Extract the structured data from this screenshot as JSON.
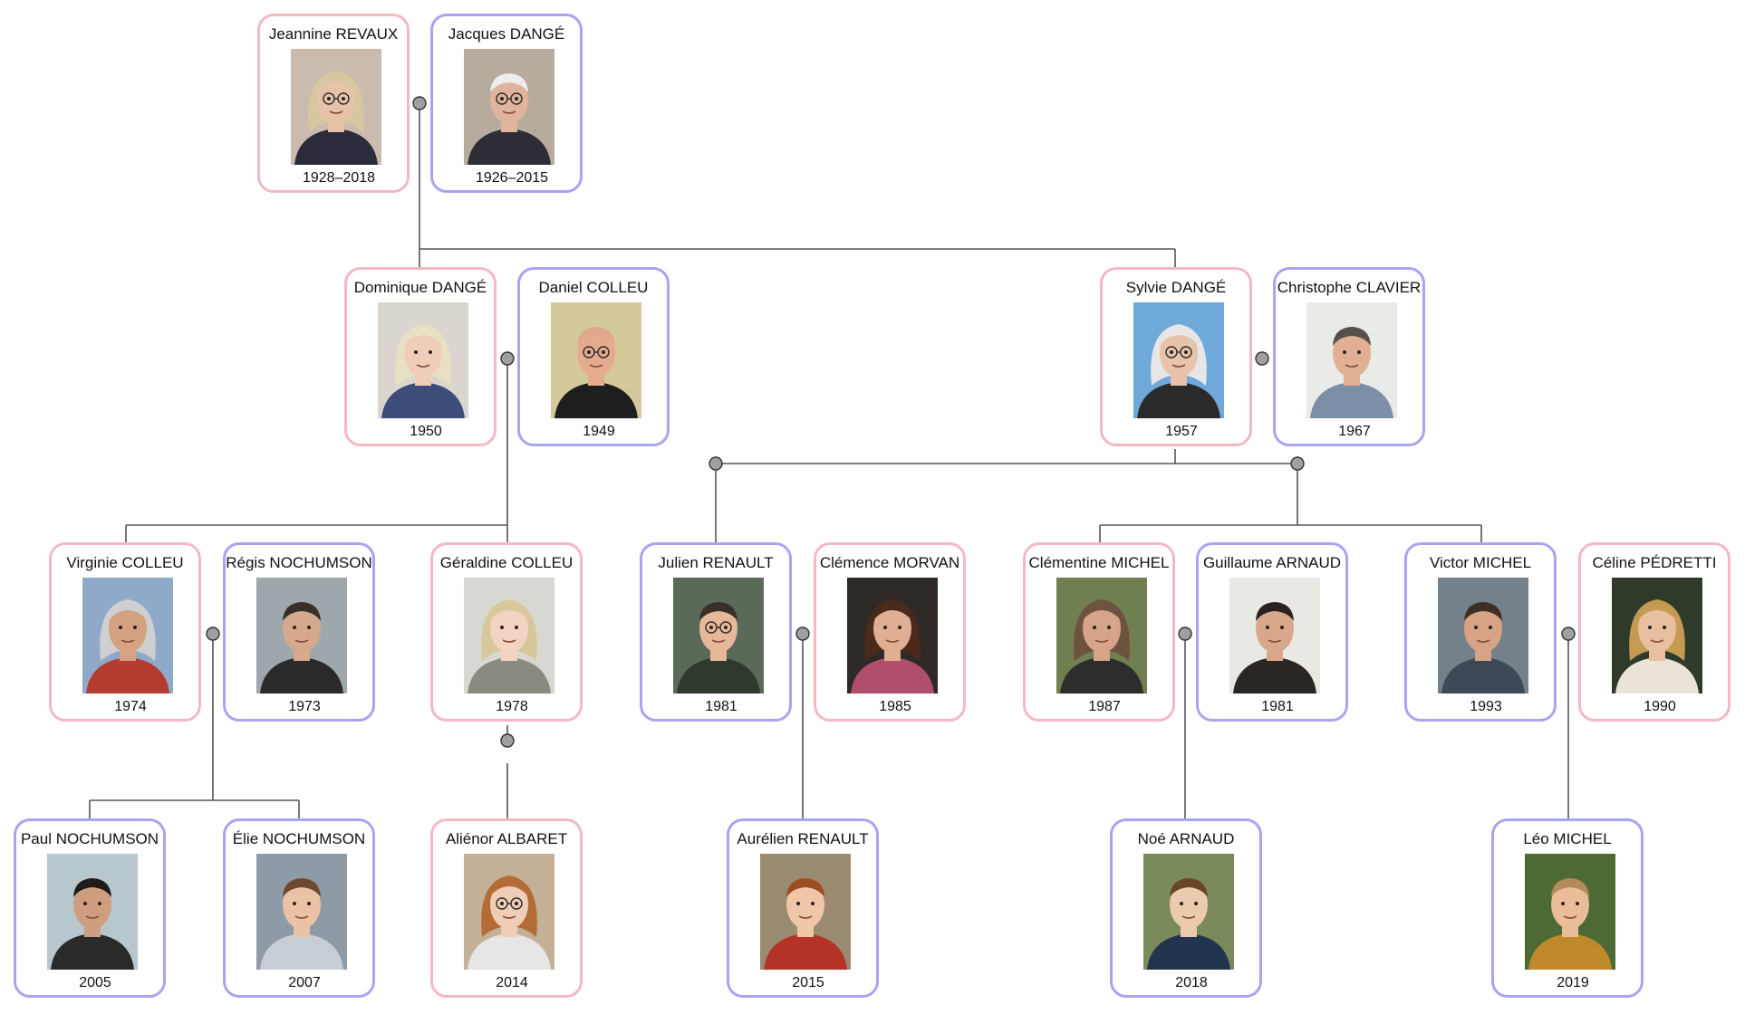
{
  "colors": {
    "female_border": "#f5b8c3",
    "male_border": "#a8a4f2",
    "connector": "#555555",
    "knot": "#a0a0a0"
  },
  "people": [
    {
      "id": "jeannine",
      "name": "Jeannine REVAUX",
      "dates": "1928–2018",
      "sex": "F",
      "photo": {
        "bg": "#cbbbae",
        "skin": "#e6c2a8",
        "hair": "#d7c7a0",
        "shirt": "#2c2b3c",
        "glasses": true
      }
    },
    {
      "id": "jacques",
      "name": "Jacques DANGÉ",
      "dates": "1926–2015",
      "sex": "M",
      "photo": {
        "bg": "#b6ab9c",
        "skin": "#e0b49c",
        "hair": "#ededed",
        "shirt": "#2d2d36",
        "glasses": true
      }
    },
    {
      "id": "dominique",
      "name": "Dominique DANGÉ",
      "dates": "1950",
      "sex": "F",
      "photo": {
        "bg": "#dad6cf",
        "skin": "#efcdb8",
        "hair": "#e8e0c4",
        "shirt": "#3c4d7a",
        "glasses": false
      }
    },
    {
      "id": "daniel",
      "name": "Daniel COLLEU",
      "dates": "1949",
      "sex": "M",
      "photo": {
        "bg": "#d3c99a",
        "skin": "#e5ab8e",
        "hair": "#dfa88d",
        "shirt": "#1e1e1e",
        "glasses": true
      }
    },
    {
      "id": "sylvie",
      "name": "Sylvie DANGÉ",
      "dates": "1957",
      "sex": "F",
      "photo": {
        "bg": "#6ea9d9",
        "skin": "#e8c2ab",
        "hair": "#e6e6e6",
        "shirt": "#2a2a2a",
        "glasses": true
      }
    },
    {
      "id": "christophe",
      "name": "Christophe CLAVIER",
      "dates": "1967",
      "sex": "M",
      "photo": {
        "bg": "#e9ebe6",
        "skin": "#e1b094",
        "hair": "#555049",
        "shirt": "#7c8fa6",
        "glasses": false
      }
    },
    {
      "id": "virginie",
      "name": "Virginie COLLEU",
      "dates": "1974",
      "sex": "F",
      "photo": {
        "bg": "#8fa9c8",
        "skin": "#d4a281",
        "hair": "#cfcfcf",
        "shirt": "#b33b30",
        "glasses": false
      }
    },
    {
      "id": "regis",
      "name": "Régis NOCHUMSON",
      "dates": "1973",
      "sex": "M",
      "photo": {
        "bg": "#9ea7ab",
        "skin": "#d6a88e",
        "hair": "#3a2e28",
        "shirt": "#2a2a2a",
        "glasses": false
      }
    },
    {
      "id": "geraldine",
      "name": "Géraldine COLLEU",
      "dates": "1978",
      "sex": "F",
      "photo": {
        "bg": "#d8d8d2",
        "skin": "#f1d4c1",
        "hair": "#d9c79c",
        "shirt": "#8a8a80",
        "glasses": false
      }
    },
    {
      "id": "julien",
      "name": "Julien RENAULT",
      "dates": "1981",
      "sex": "M",
      "photo": {
        "bg": "#5b6a58",
        "skin": "#e7b79a",
        "hair": "#3a2e29",
        "shirt": "#2e3a2c",
        "glasses": true
      }
    },
    {
      "id": "clemence",
      "name": "Clémence MORVAN",
      "dates": "1985",
      "sex": "F",
      "photo": {
        "bg": "#2f2a26",
        "skin": "#e0ae92",
        "hair": "#4a2a1c",
        "shirt": "#b14e6b",
        "glasses": false
      }
    },
    {
      "id": "clementine",
      "name": "Clémentine MICHEL",
      "dates": "1987",
      "sex": "F",
      "photo": {
        "bg": "#6f7f50",
        "skin": "#d6a48a",
        "hair": "#6e5240",
        "shirt": "#2d2d2d",
        "glasses": false
      }
    },
    {
      "id": "guillaume",
      "name": "Guillaume ARNAUD",
      "dates": "1981",
      "sex": "M",
      "photo": {
        "bg": "#e9e8e3",
        "skin": "#d9a78a",
        "hair": "#2a2220",
        "shirt": "#2a2624",
        "glasses": false
      }
    },
    {
      "id": "victor",
      "name": "Victor MICHEL",
      "dates": "1993",
      "sex": "M",
      "photo": {
        "bg": "#74808a",
        "skin": "#d8a284",
        "hair": "#3d2f26",
        "shirt": "#3d4a55",
        "glasses": false
      }
    },
    {
      "id": "celine",
      "name": "Céline PÉDRETTI",
      "dates": "1990",
      "sex": "F",
      "photo": {
        "bg": "#2f3a2b",
        "skin": "#e8c0a0",
        "hair": "#c59a52",
        "shirt": "#e9e3d8",
        "glasses": false
      }
    },
    {
      "id": "paul",
      "name": "Paul NOCHUMSON",
      "dates": "2005",
      "sex": "M",
      "photo": {
        "bg": "#b8c6ce",
        "skin": "#cf9e7f",
        "hair": "#1e1b19",
        "shirt": "#2a2a2a",
        "glasses": false
      }
    },
    {
      "id": "elie",
      "name": "Élie NOCHUMSON",
      "dates": "2007",
      "sex": "M",
      "photo": {
        "bg": "#8e9aa5",
        "skin": "#eac2a6",
        "hair": "#6b4a31",
        "shirt": "#c7cdd4",
        "glasses": false
      }
    },
    {
      "id": "alienor",
      "name": "Aliénor ALBARET",
      "dates": "2014",
      "sex": "F",
      "photo": {
        "bg": "#c4b096",
        "skin": "#f0cdb6",
        "hair": "#b46c37",
        "shirt": "#e6e6e6",
        "glasses": true
      }
    },
    {
      "id": "aurelien",
      "name": "Aurélien RENAULT",
      "dates": "2015",
      "sex": "M",
      "photo": {
        "bg": "#9a8a70",
        "skin": "#f0c6a8",
        "hair": "#9b4d22",
        "shirt": "#b43226",
        "glasses": false
      }
    },
    {
      "id": "noe",
      "name": "Noé ARNAUD",
      "dates": "2018",
      "sex": "M",
      "photo": {
        "bg": "#7a8a5a",
        "skin": "#eccaad",
        "hair": "#6b4528",
        "shirt": "#23344f",
        "glasses": false
      }
    },
    {
      "id": "leo",
      "name": "Léo MICHEL",
      "dates": "2019",
      "sex": "M",
      "photo": {
        "bg": "#4e6a34",
        "skin": "#e9bd98",
        "hair": "#b38b5a",
        "shirt": "#c08a2c",
        "glasses": false
      }
    }
  ]
}
